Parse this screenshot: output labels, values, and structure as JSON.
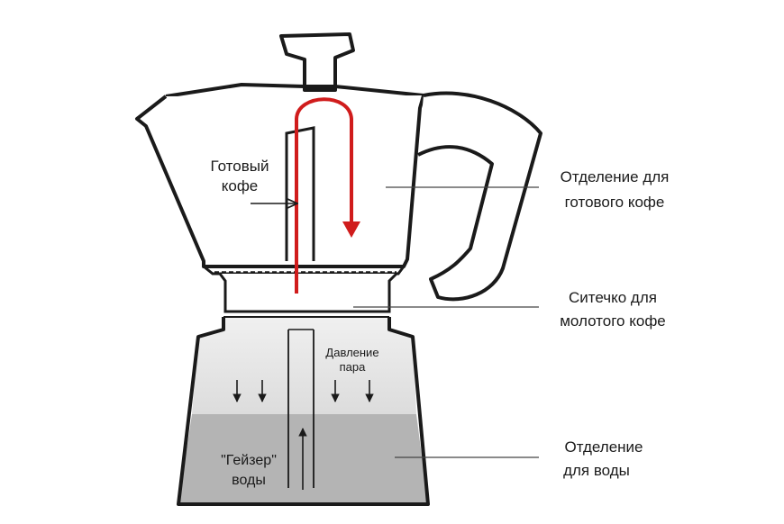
{
  "labels": {
    "ready_coffee": [
      "Готовый",
      "кофе"
    ],
    "steam_pressure": [
      "Давление",
      "пара"
    ],
    "geyser": [
      "\"Гейзер\"",
      "воды"
    ],
    "ready_chamber": [
      "Отделение для",
      "готового кофе"
    ],
    "filter": [
      "Ситечко  для",
      "молотого кофе"
    ],
    "water_chamber": [
      "Отделение",
      "для воды"
    ]
  },
  "colors": {
    "outline": "#1a1a1a",
    "flow_arrow": "#d01c1c",
    "water": "#b4b4b4",
    "steam": "#e4e4e4",
    "leader": "#444444"
  }
}
